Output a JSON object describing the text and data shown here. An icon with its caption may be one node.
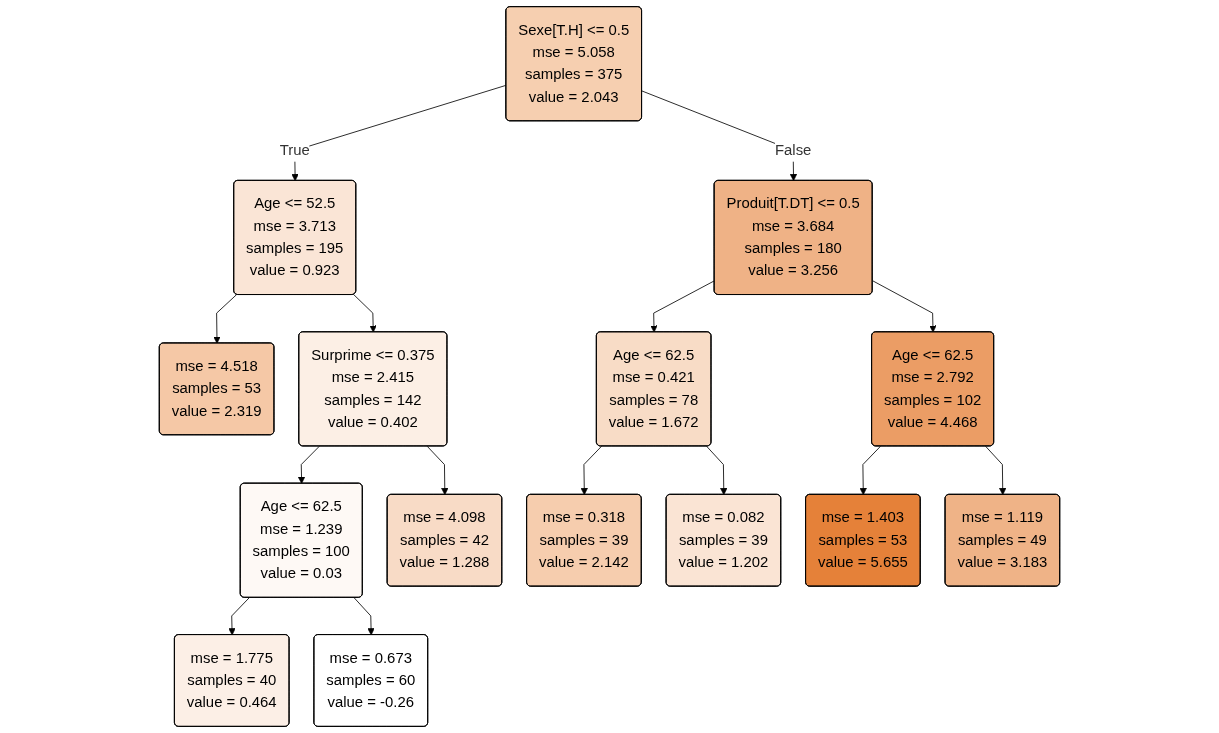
{
  "diagram": {
    "nodes": [
      {
        "text": [
          "Sexe[T.H] <= 0.5",
          "mse = 5.058",
          "samples = 375",
          "value = 2.043"
        ]
      },
      {
        "text": [
          "Age <= 52.5",
          "mse = 3.713",
          "samples = 195",
          "value = 0.923"
        ]
      },
      {
        "text": [
          "Produit[T.DT] <= 0.5",
          "mse = 3.684",
          "samples = 180",
          "value = 3.256"
        ]
      },
      {
        "text": [
          "mse = 4.518",
          "samples = 53",
          "value = 2.319"
        ]
      },
      {
        "text": [
          "Surprime <= 0.375",
          "mse = 2.415",
          "samples = 142",
          "value = 0.402"
        ]
      },
      {
        "text": [
          "Age <= 62.5",
          "mse = 0.421",
          "samples = 78",
          "value = 1.672"
        ]
      },
      {
        "text": [
          "Age <= 62.5",
          "mse = 2.792",
          "samples = 102",
          "value = 4.468"
        ]
      },
      {
        "text": [
          "Age <= 62.5",
          "mse = 1.239",
          "samples = 100",
          "value = 0.03"
        ]
      },
      {
        "text": [
          "mse = 4.098",
          "samples = 42",
          "value = 1.288"
        ]
      },
      {
        "text": [
          "mse = 0.318",
          "samples = 39",
          "value = 2.142"
        ]
      },
      {
        "text": [
          "mse = 0.082",
          "samples = 39",
          "value = 1.202"
        ]
      },
      {
        "text": [
          "mse = 1.403",
          "samples = 53",
          "value = 5.655"
        ]
      },
      {
        "text": [
          "mse = 1.119",
          "samples = 49",
          "value = 3.183"
        ]
      },
      {
        "text": [
          "mse = 1.775",
          "samples = 40",
          "value = 0.464"
        ]
      },
      {
        "text": [
          "mse = 0.673",
          "samples = 60",
          "value = -0.26"
        ]
      }
    ],
    "edges": [
      {
        "from": 0,
        "to": 1,
        "arrow": "to",
        "label": "True"
      },
      {
        "from": 0,
        "to": 2,
        "arrow": "to",
        "label": "False"
      },
      {
        "from": 1,
        "to": 3,
        "arrow": "to"
      },
      {
        "from": 1,
        "to": 4,
        "arrow": "to"
      },
      {
        "from": 2,
        "to": 5,
        "arrow": "to"
      },
      {
        "from": 2,
        "to": 6,
        "arrow": "to"
      },
      {
        "from": 4,
        "to": 7,
        "arrow": "to"
      },
      {
        "from": 4,
        "to": 8,
        "arrow": "to"
      },
      {
        "from": 5,
        "to": 9,
        "arrow": "to"
      },
      {
        "from": 5,
        "to": 10,
        "arrow": "to"
      },
      {
        "from": 6,
        "to": 11,
        "arrow": "to"
      },
      {
        "from": 6,
        "to": 12,
        "arrow": "to"
      },
      {
        "from": 7,
        "to": 13,
        "arrow": "to"
      },
      {
        "from": 7,
        "to": 14,
        "arrow": "to"
      }
    ]
  }
}
